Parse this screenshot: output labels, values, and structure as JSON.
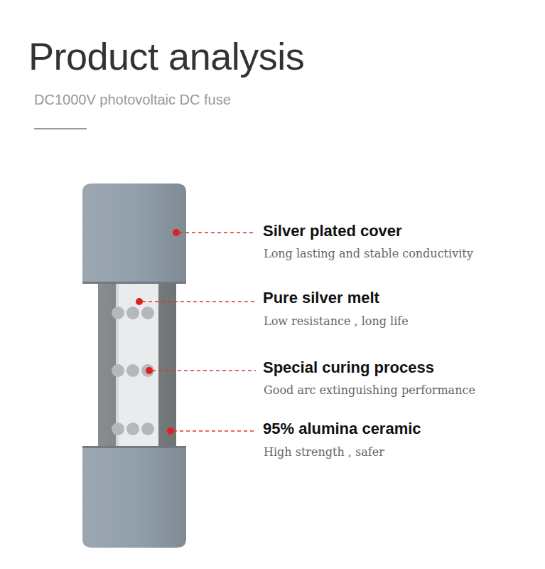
{
  "diagram": {
    "title": "Product analysis",
    "labels": [
      "DC1000V photovoltaic DC fuse",
      "Silver plated cover",
      "Long lasting and stable conductivity",
      "Pure silver melt",
      "Low resistance , long life",
      "Special curing process",
      "Good arc extinguishing performance",
      "95% alumina ceramic",
      "High strength , safer"
    ]
  }
}
